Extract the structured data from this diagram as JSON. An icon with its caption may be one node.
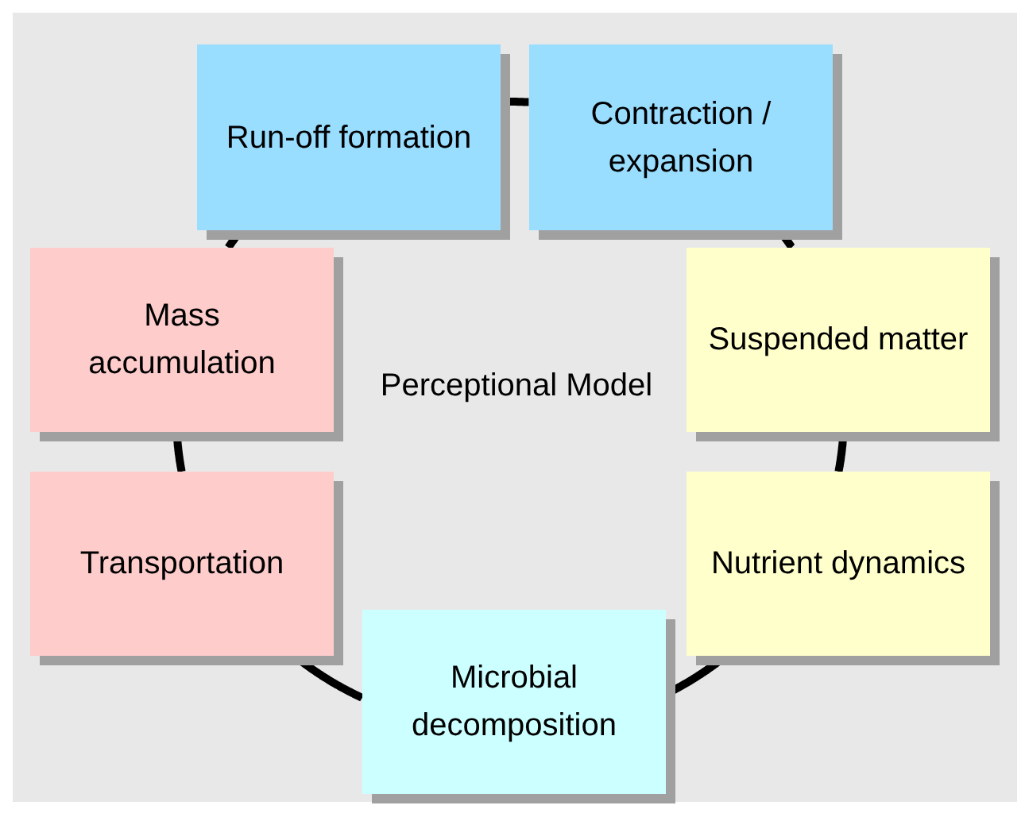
{
  "diagram": {
    "nodes": [
      {
        "text": [
          "Run-off formation"
        ]
      },
      {
        "text": [
          "Contraction / expansion"
        ]
      },
      {
        "text": [
          "Suspended matter"
        ]
      },
      {
        "text": [
          "Nutrient dynamics"
        ]
      },
      {
        "text": [
          "Microbial decomposition"
        ]
      },
      {
        "text": [
          "Transportation"
        ]
      },
      {
        "text": [
          "Mass accumulation"
        ]
      }
    ],
    "edges": [
      {
        "from": 0,
        "to": 1,
        "arrow": "none"
      },
      {
        "from": 1,
        "to": 2,
        "arrow": "none"
      },
      {
        "from": 2,
        "to": 3,
        "arrow": "none"
      },
      {
        "from": 3,
        "to": 4,
        "arrow": "none"
      },
      {
        "from": 4,
        "to": 5,
        "arrow": "none"
      },
      {
        "from": 5,
        "to": 6,
        "arrow": "none"
      },
      {
        "from": 6,
        "to": 0,
        "arrow": "none"
      }
    ],
    "labels": [
      "Perceptional Model"
    ]
  }
}
